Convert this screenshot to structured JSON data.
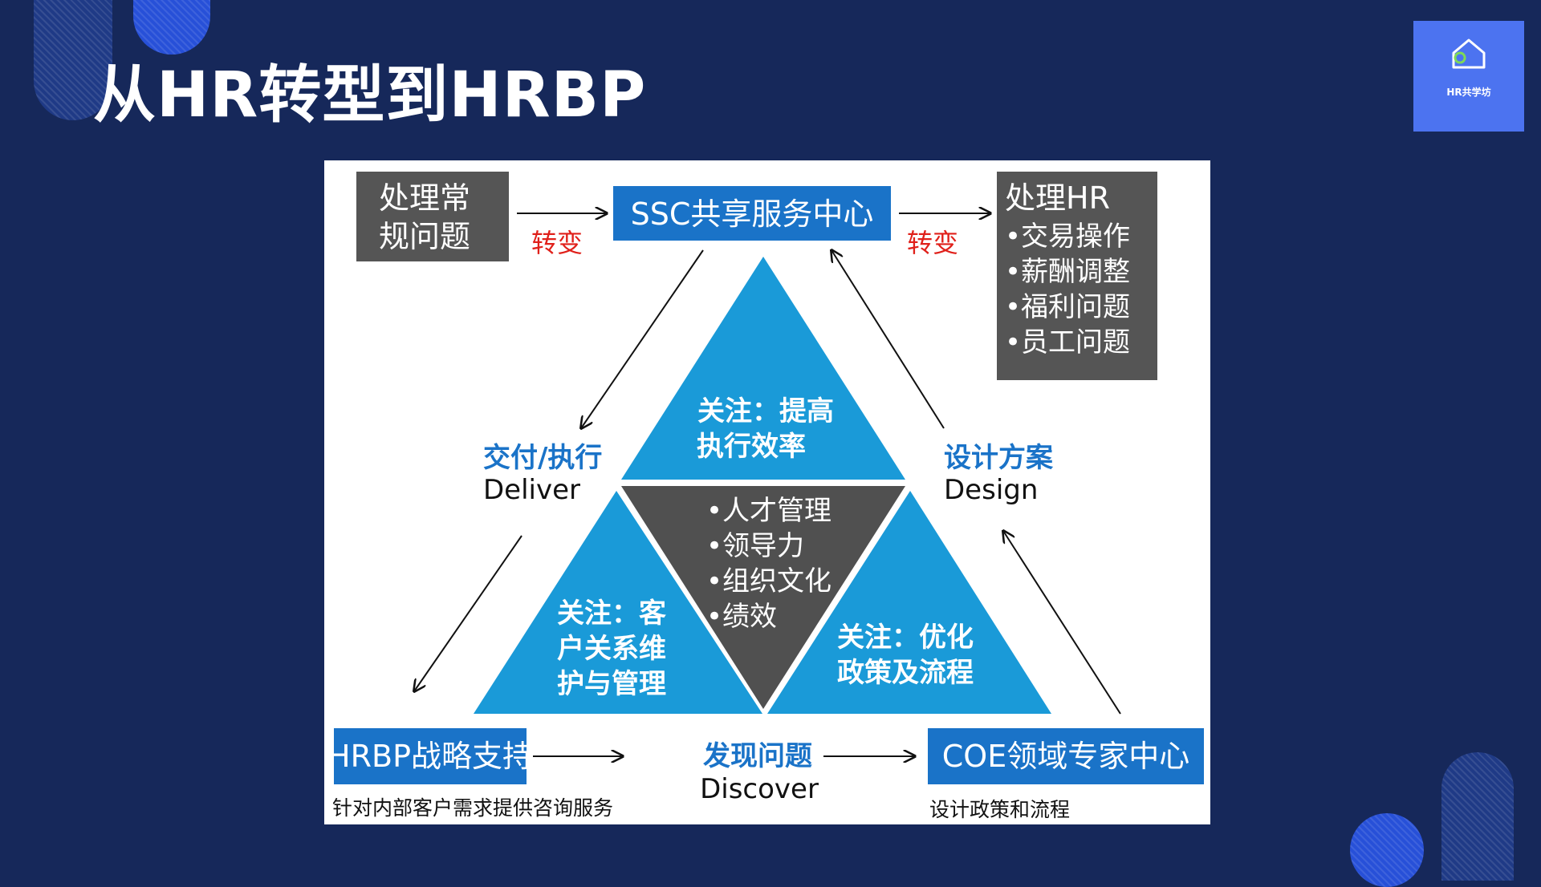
{
  "slide": {
    "title": "从HR转型到HRBP",
    "logo_text": "HR共学坊"
  },
  "diagram": {
    "box_routine": [
      "处理常",
      "规问题"
    ],
    "arrow_label_left": "转变",
    "box_ssc": "SSC共享服务中心",
    "arrow_label_right": "转变",
    "box_hr": {
      "title": "处理HR",
      "items": [
        "•交易操作",
        "•薪酬调整",
        "•福利问题",
        "•员工问题"
      ]
    },
    "triangle_top": [
      "关注：提高",
      "执行效率"
    ],
    "triangle_center": [
      "•人才管理",
      "•领导力",
      "•组织文化",
      "•绩效"
    ],
    "triangle_left": [
      "关注：客",
      "户关系维",
      "护与管理"
    ],
    "triangle_right": [
      "关注：优化",
      "政策及流程"
    ],
    "deliver": {
      "zh": "交付/执行",
      "en": "Deliver"
    },
    "design": {
      "zh": "设计方案",
      "en": "Design"
    },
    "discover": {
      "zh": "发现问题",
      "en": "Discover"
    },
    "box_hrbp": "HRBP战略支持",
    "hrbp_caption": "针对内部客户需求提供咨询服务",
    "box_coe": "COE领域专家中心",
    "coe_caption": "设计政策和流程"
  },
  "colors": {
    "background": "#16285a",
    "accent_blue": "#1a9ad8",
    "box_blue": "#1a73c8",
    "box_gray": "#555555",
    "transform_red": "#e0201a",
    "label_blue": "#1a73c8"
  }
}
